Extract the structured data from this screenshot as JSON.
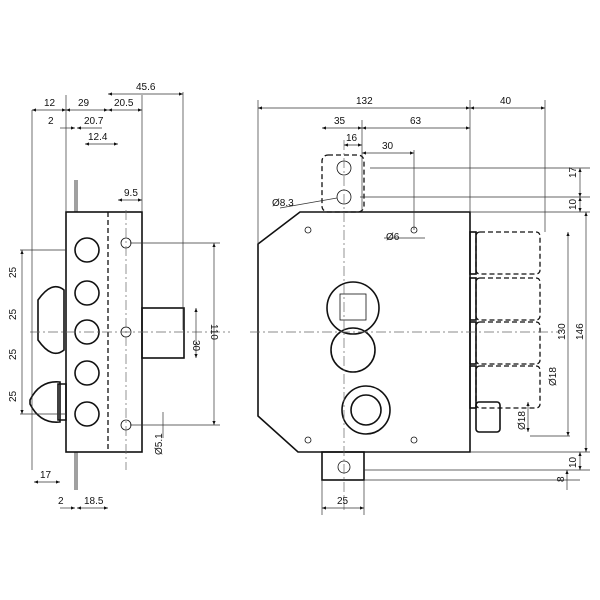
{
  "title": "Lock dimensional drawing",
  "side_view": {
    "top_dims": [
      "12",
      "29",
      "20.5",
      "45.6",
      "2",
      "20.7",
      "12.4",
      "9.5"
    ],
    "left_dims": [
      "25",
      "25",
      "25",
      "25"
    ],
    "right_dims": [
      "30",
      "110"
    ],
    "hole_dim": "Ø5.1",
    "bottom_dims": [
      "17",
      "2",
      "18.5"
    ]
  },
  "front_view": {
    "top_dims": [
      "132",
      "40",
      "35",
      "63",
      "16",
      "30"
    ],
    "hole_labels": [
      "Ø8.3",
      "Ø6"
    ],
    "right_dims": [
      "17",
      "10",
      "130",
      "146",
      "10",
      "8"
    ],
    "bolt_dims": [
      "Ø18",
      "Ø18"
    ],
    "bottom_dim": "25"
  }
}
